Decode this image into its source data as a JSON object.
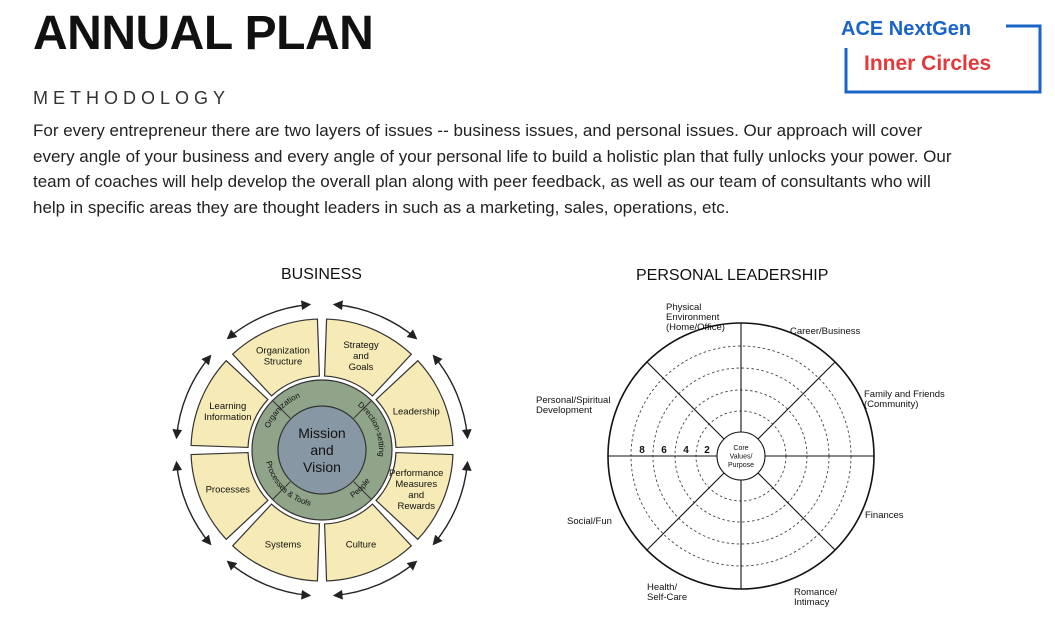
{
  "header": {
    "title": "ANNUAL PLAN",
    "subtitle": "METHODOLOGY",
    "body": "For every entrepreneur there are two layers of issues -- business issues, and personal issues. Our approach will cover every angle of your business and every angle of your personal life to build a holistic plan that fully unlocks your power. Our team of coaches will help develop the overall plan along with peer feedback, as well as our team of consultants who will help in specific areas they are thought leaders in such as a marketing, sales, operations, etc."
  },
  "logo": {
    "line1": "ACE NextGen",
    "line2": "Inner Circles",
    "color_line1": "#1a64c8",
    "color_line2": "#e23a3a",
    "frame_color": "#1a64c8"
  },
  "business": {
    "label": "BUSINESS",
    "center": [
      "Mission",
      "and",
      "Vision"
    ],
    "ring": [
      "Organization",
      "Direction-setting",
      "People",
      "Processes & Tools"
    ],
    "segments": [
      [
        "Strategy",
        "and",
        "Goals"
      ],
      [
        "Leadership"
      ],
      [
        "Performance",
        "Measures",
        "and",
        "Rewards"
      ],
      [
        "Culture"
      ],
      [
        "Systems"
      ],
      [
        "Processes"
      ],
      [
        "Learning",
        "Information"
      ],
      [
        "Organization",
        "Structure"
      ]
    ],
    "colors": {
      "segment_fill": "#f6eab6",
      "ring_fill": "#8fa488",
      "center_fill": "#8797a4",
      "stroke": "#333333"
    }
  },
  "personal": {
    "label": "PERSONAL LEADERSHIP",
    "center": [
      "Core",
      "Values/",
      "Purpose"
    ],
    "scale": [
      "8",
      "6",
      "4",
      "2"
    ],
    "areas": [
      {
        "lines": [
          "Physical",
          "Environment",
          "(Home/Office)"
        ]
      },
      {
        "lines": [
          "Career/Business"
        ]
      },
      {
        "lines": [
          "Family and Friends",
          "(Community)"
        ]
      },
      {
        "lines": [
          "Finances"
        ]
      },
      {
        "lines": [
          "Romance/",
          "Intimacy"
        ]
      },
      {
        "lines": [
          "Health/",
          "Self-Care"
        ]
      },
      {
        "lines": [
          "Social/Fun"
        ]
      },
      {
        "lines": [
          "Personal/Spiritual",
          "Development"
        ]
      }
    ]
  }
}
